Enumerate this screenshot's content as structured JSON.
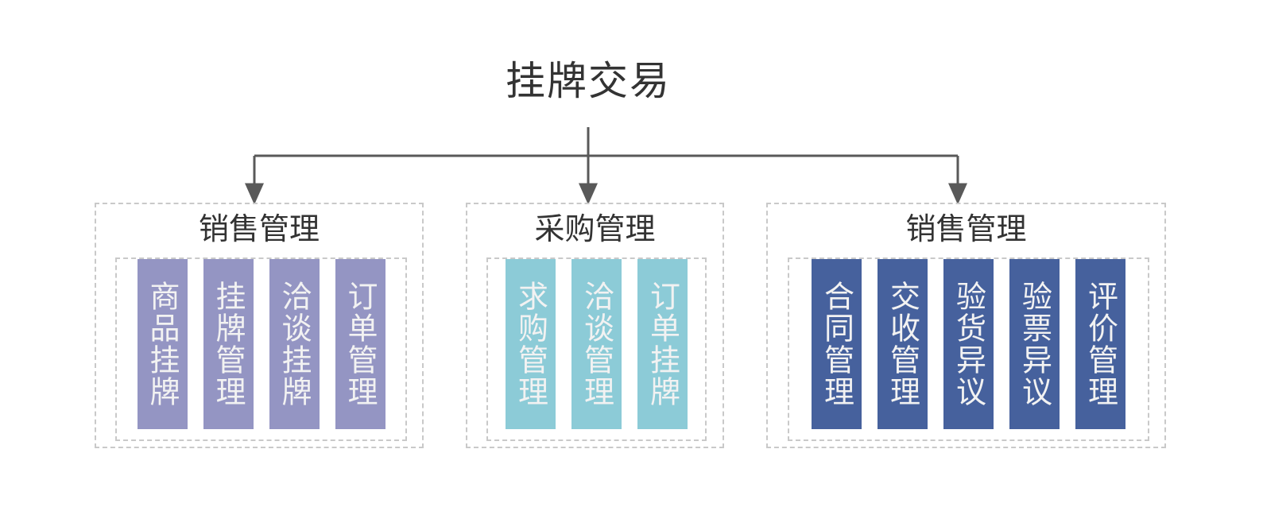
{
  "diagram": {
    "root": {
      "title": "挂牌交易"
    },
    "connector": {
      "color": "#595959",
      "style": "orthogonal-with-arrowheads",
      "branches": 3
    },
    "groups": [
      {
        "id": "sales-management-left",
        "title": "销售管理",
        "accent": "#9495c3",
        "text_color": "#f2f2f2",
        "items": [
          {
            "label": "商品挂牌"
          },
          {
            "label": "挂牌管理"
          },
          {
            "label": "洽谈挂牌"
          },
          {
            "label": "订单管理"
          }
        ]
      },
      {
        "id": "purchase-management",
        "title": "采购管理",
        "accent": "#8ccbd7",
        "text_color": "#f2f2f2",
        "items": [
          {
            "label": "求购管理"
          },
          {
            "label": "洽谈管理"
          },
          {
            "label": "订单挂牌"
          }
        ]
      },
      {
        "id": "sales-management-right",
        "title": "销售管理",
        "accent": "#46619d",
        "text_color": "#f2f2f2",
        "items": [
          {
            "label": "合同管理"
          },
          {
            "label": "交收管理"
          },
          {
            "label": "验货异议"
          },
          {
            "label": "验票异议"
          },
          {
            "label": "评价管理"
          }
        ]
      }
    ]
  }
}
